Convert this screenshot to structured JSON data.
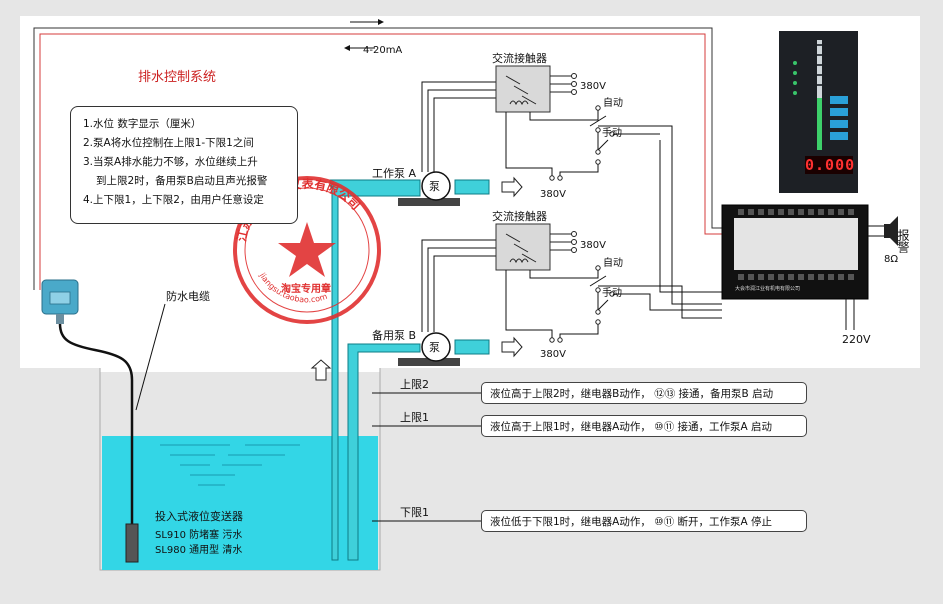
{
  "title": "排水控制系统",
  "signal_label": "4-20mA",
  "notes": [
    "1.水位 数字显示（厘米）",
    "2.泵A将水位控制在上限1-下限1之间",
    "3.当泵A排水能力不够，水位继续上升",
    "到上限2时，备用泵B启动且声光报警",
    "4.上下限1，上下限2，由用户任意设定"
  ],
  "cable_label": "防水电缆",
  "contactor_label": "交流接触器",
  "voltage_380": "380V",
  "auto_label": "自动",
  "manual_label": "手动",
  "pump_char": "泵",
  "work_pump_label": "工作泵 A",
  "standby_pump_label": "备用泵 B",
  "alarm_label": "报警",
  "alarm_ohm": "8Ω",
  "supply_label": "220V",
  "display_value": "0.000",
  "controller_brand": "大会市润江业有机电有限公司",
  "limits": {
    "upper2": "上限2",
    "upper1": "上限1",
    "lower1": "下限1"
  },
  "conditions": {
    "upper2": "液位高于上限2时，继电器B动作， ⑫⑬ 接通，备用泵B 启动",
    "upper1": "液位高于上限1时，继电器A动作， ⑩⑪ 接通，工作泵A 启动",
    "lower1": "液位低于下限1时，继电器A动作， ⑩⑪ 断开，工作泵A 停止"
  },
  "sensor_lines": [
    "投入式液位变送器",
    "SL910 防堵塞 污水",
    "SL980 通用型 清水"
  ],
  "stamp": {
    "ring_text": "江苏润江电热仪表有限公司",
    "url_text": "jiangsu.taobao.com",
    "center_text": "淘宝专用章"
  },
  "colors": {
    "water": "#33d6e6",
    "pipe": "#3fd0da",
    "signal_line": "#d43b3b",
    "stamp": "#e03030",
    "background_gray": "#e8e8e8"
  }
}
